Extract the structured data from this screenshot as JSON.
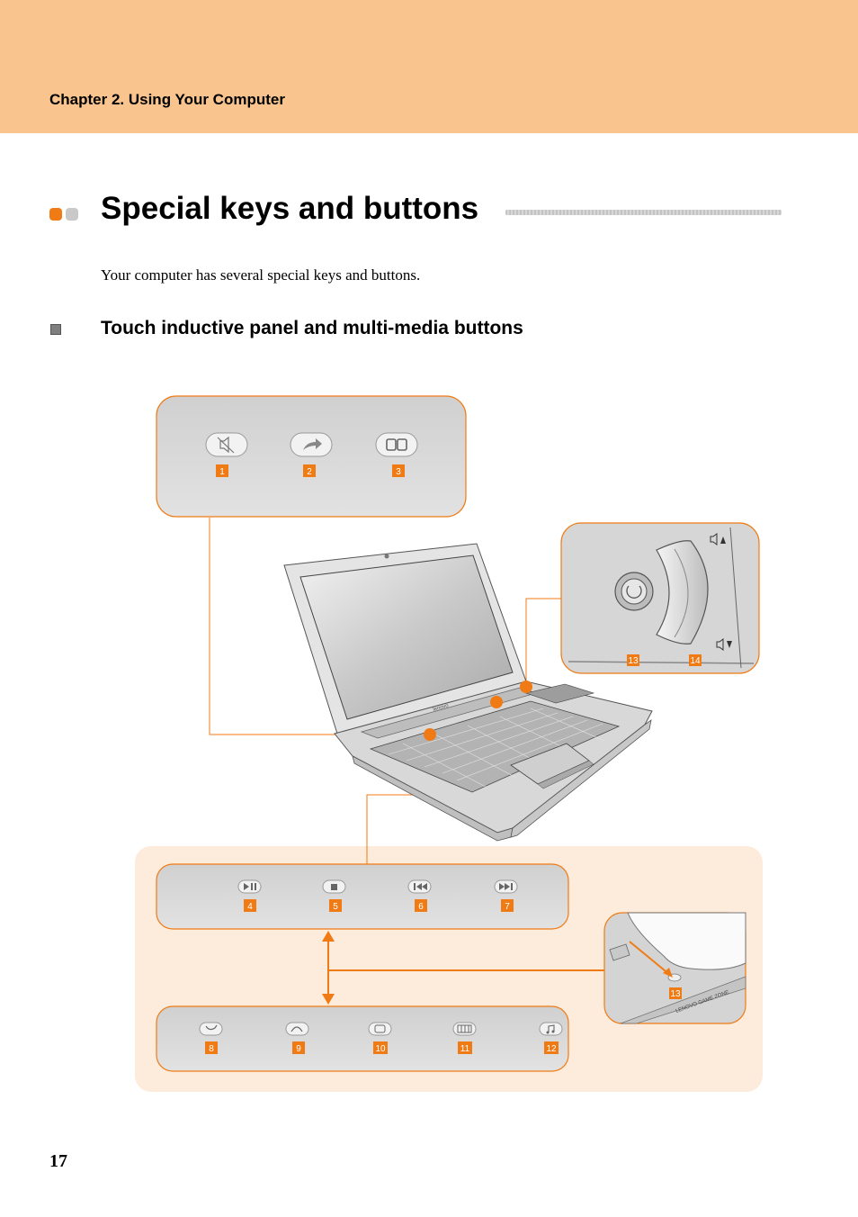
{
  "header": {
    "chapter_title": "Chapter 2. Using Your Computer"
  },
  "section": {
    "title": "Special keys and buttons"
  },
  "intro": "Your computer has several special keys and buttons.",
  "subsection": {
    "title": "Touch inductive panel and multi-media buttons"
  },
  "callouts": {
    "top_panel": [
      "1",
      "2",
      "3"
    ],
    "volume_panel": [
      "13",
      "14"
    ],
    "media_row": [
      "4",
      "5",
      "6",
      "7"
    ],
    "mode_row": [
      "8",
      "9",
      "10",
      "11",
      "12"
    ],
    "touchpad_panel": [
      "13"
    ]
  },
  "colors": {
    "header_band": "#fac48f",
    "accent_orange": "#f07b14",
    "panel_grey": "#d9d9d9",
    "light_orange_bg": "#fdebdb"
  },
  "page_number": "17"
}
